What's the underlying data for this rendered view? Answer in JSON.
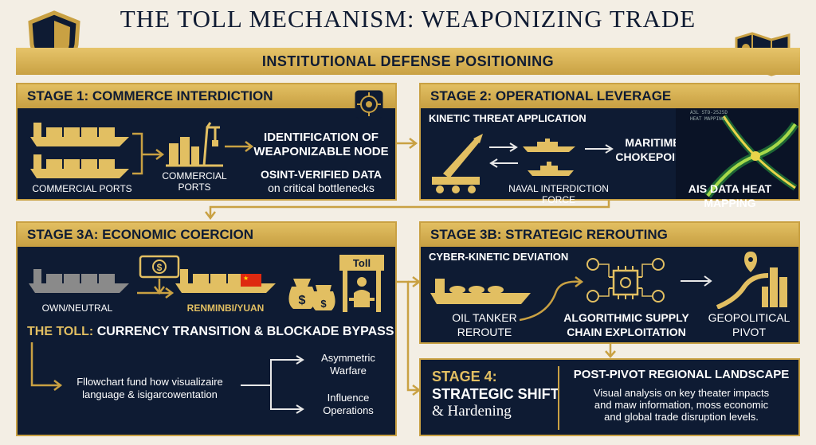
{
  "header": {
    "title": "THE TOLL MECHANISM: WEAPONIZING TRADE",
    "banner": "INSTITUTIONAL DEFENSE POSITIONING"
  },
  "stage1": {
    "title": "STAGE 1: COMMERCE INTERDICTION",
    "ports_left": "COMMERCIAL PORTS",
    "ports_mid": "COMMERCIAL PORTS",
    "node_line1": "IDENTIFICATION OF",
    "node_line2": "WEAPONIZABLE NODE",
    "osint_line1": "OSINT-VERIFIED DATA",
    "osint_line2": "on critical bottlenecks"
  },
  "stage2": {
    "title": "STAGE 2: OPERATIONAL LEVERAGE",
    "kinetic": "KINETIC THREAT APPLICATION",
    "naval": "NAVAL INTERDICTION FORCE",
    "chokepoint_line1": "MARITIME",
    "chokepoint_line2": "CHOKEPOINT",
    "ais": "AIS DATA HEAT MAPPING",
    "map_tag1": "A3L STO-2525D",
    "map_tag2": "HEAT MAPPING"
  },
  "stage3a": {
    "title": "STAGE 3A: ECONOMIC COERCION",
    "own": "OWN/NEUTRAL",
    "renminbi": "RENMINBI/YUAN",
    "toll_sign": "Toll",
    "toll_prefix": "THE TOLL:",
    "toll_rest": " CURRENCY TRANSITION & BLOCKADE BYPASS",
    "flow_line1": "Fllowchart fund how visualizaire",
    "flow_line2": "language & isigarcowentation",
    "asym_line1": "Asymmetric",
    "asym_line2": "Warfare",
    "infl_line1": "Influence",
    "infl_line2": "Operations"
  },
  "stage3b": {
    "title": "STAGE 3B: STRATEGIC REROUTING",
    "cyber": "CYBER-KINETIC DEVIATION",
    "oil_line1": "OIL TANKER",
    "oil_line2": "REROUTE",
    "algo_line1": "ALGORITHMIC SUPPLY",
    "algo_line2": "CHAIN EXPLOITATION",
    "geo_line1": "GEOPOLITICAL",
    "geo_line2": "PIVOT"
  },
  "stage4": {
    "title_line1": "STAGE 4:",
    "title_line2": "STRATEGIC SHIFT",
    "title_line3": "& Hardening",
    "landscape": "POST-PIVOT REGIONAL LANDSCAPE",
    "desc_line1": "Visual analysis on key theater impacts",
    "desc_line2": "and maw information, moss economic",
    "desc_line3": "and global trade disruption levels."
  },
  "colors": {
    "navy": "#0e1b33",
    "gold": "#c9a143",
    "cream": "#f3eee4"
  }
}
